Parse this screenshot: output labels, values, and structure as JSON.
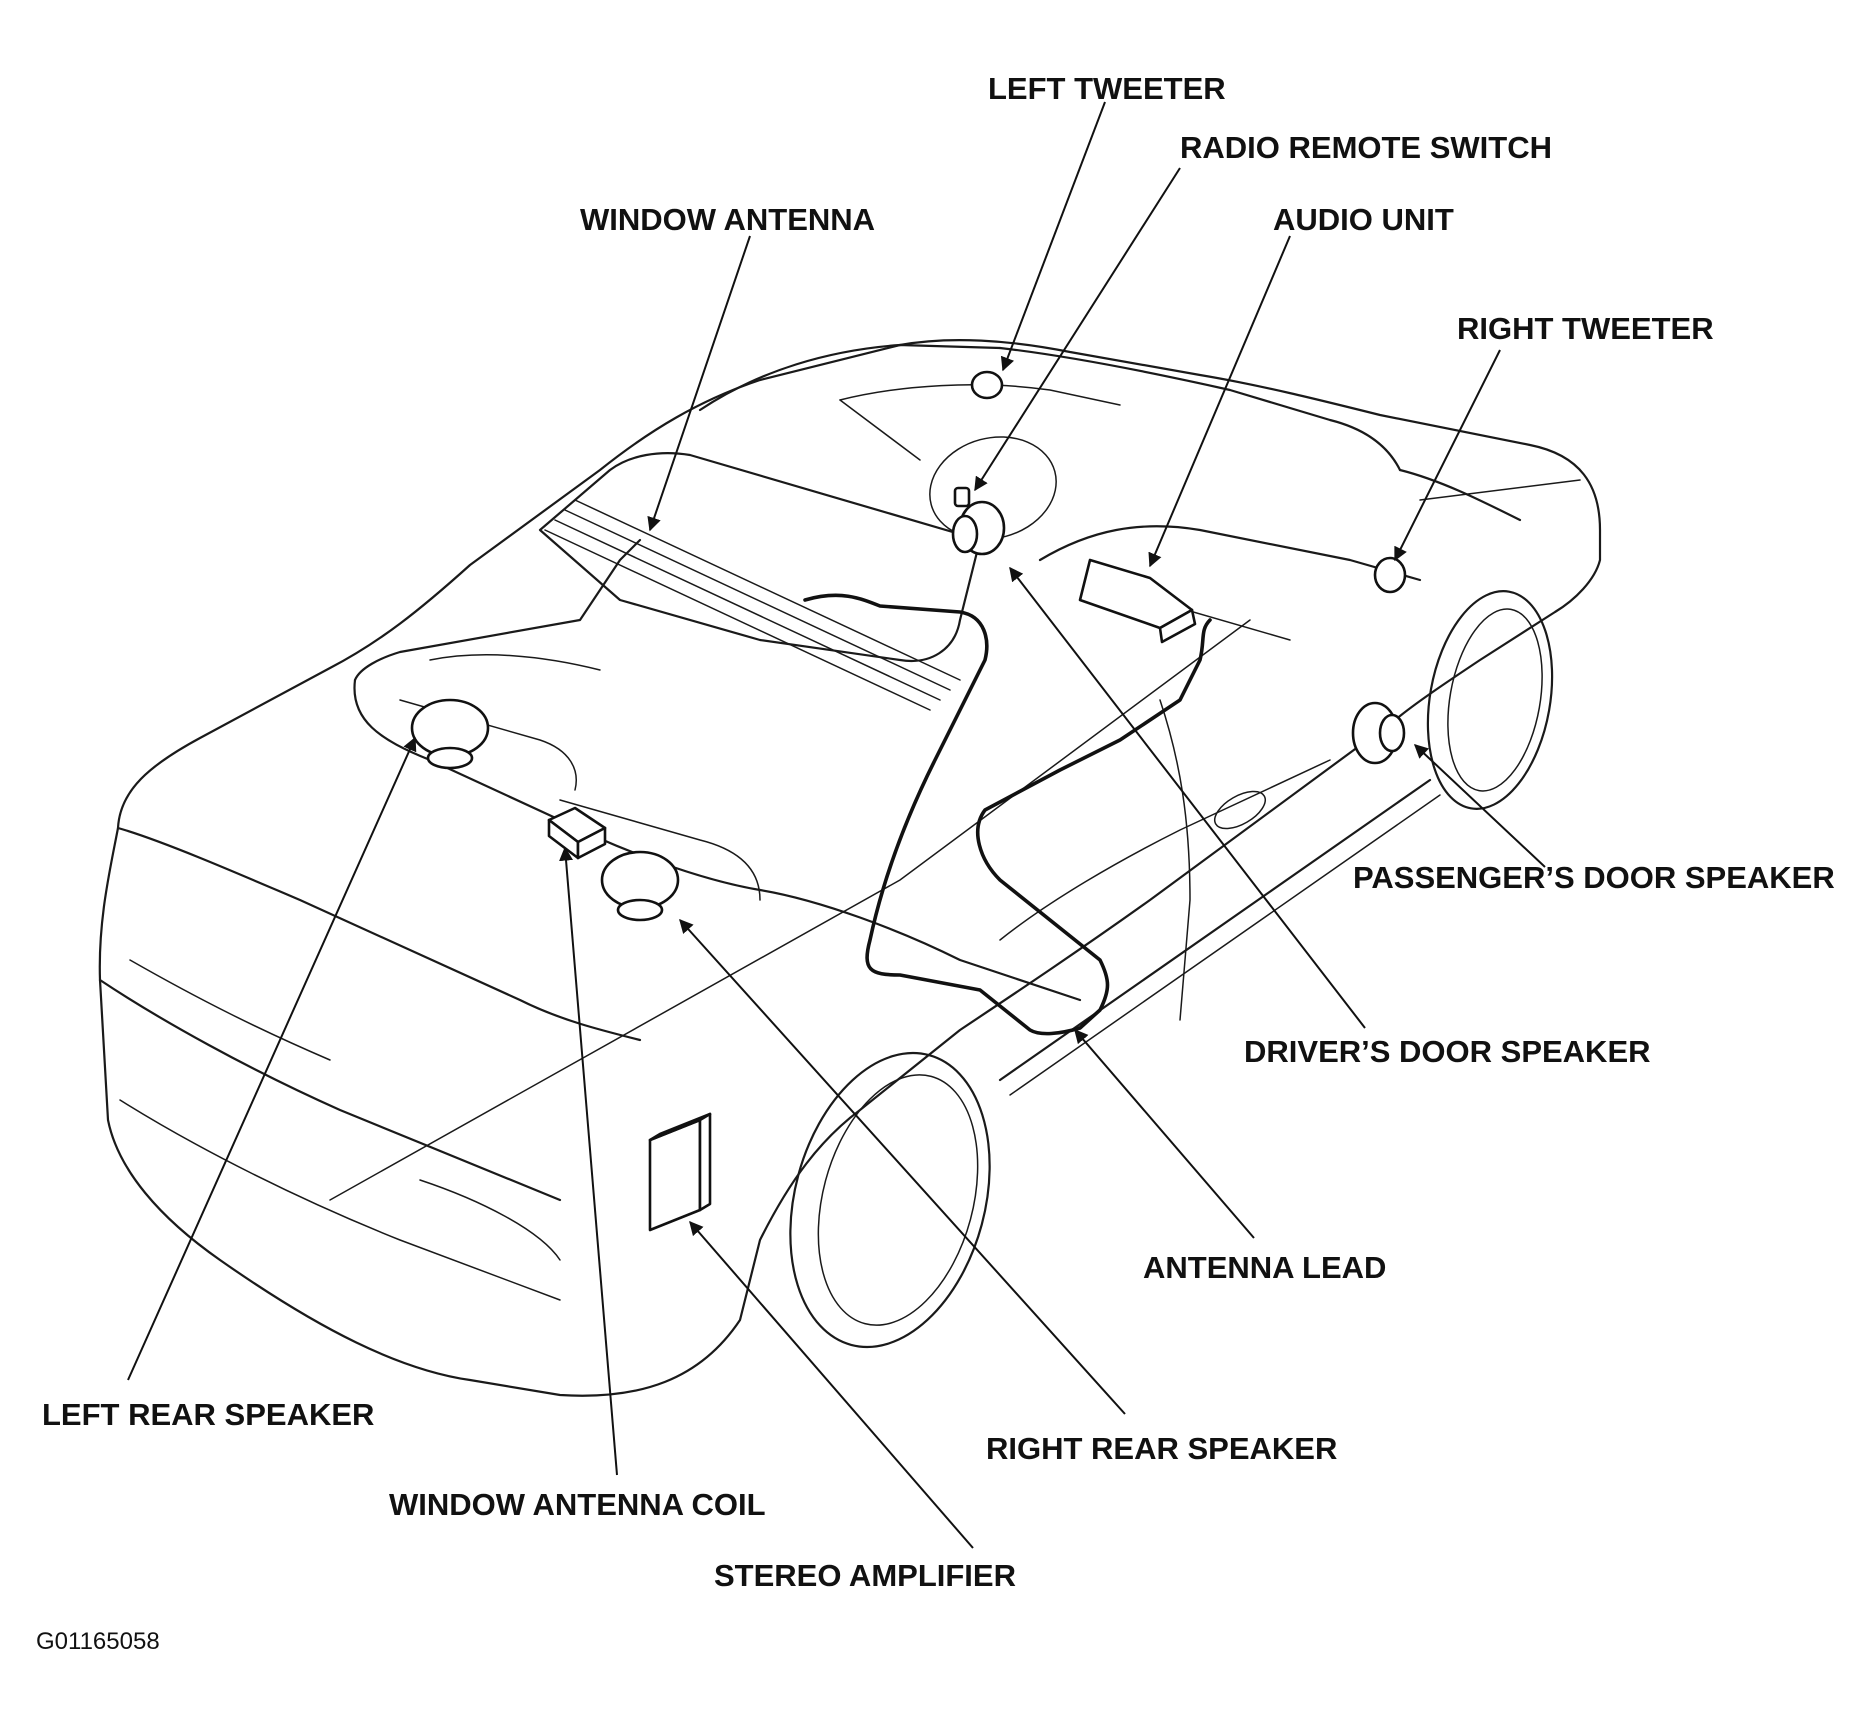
{
  "labels": {
    "left_tweeter": "LEFT TWEETER",
    "radio_remote_switch": "RADIO REMOTE SWITCH",
    "window_antenna": "WINDOW ANTENNA",
    "audio_unit": "AUDIO UNIT",
    "right_tweeter": "RIGHT TWEETER",
    "passengers_door_speaker": "PASSENGER’S DOOR SPEAKER",
    "drivers_door_speaker": "DRIVER’S DOOR SPEAKER",
    "antenna_lead": "ANTENNA LEAD",
    "left_rear_speaker": "LEFT REAR SPEAKER",
    "right_rear_speaker": "RIGHT REAR SPEAKER",
    "window_antenna_coil": "WINDOW ANTENNA COIL",
    "stereo_amplifier": "STEREO AMPLIFIER"
  },
  "figure_code": "G01165058"
}
